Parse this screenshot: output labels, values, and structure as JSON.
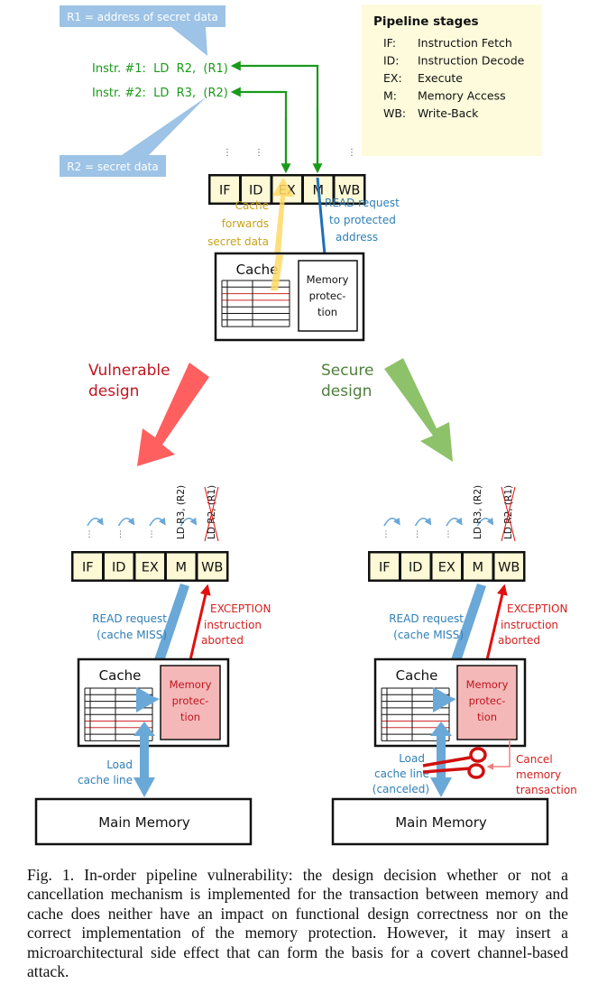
{
  "colors": {
    "green": "#1a9a1a",
    "callout_blue": "#9dc3e6",
    "blue_arrow": "#1f6fb8",
    "light_blue_arrow": "#6aa8d8",
    "blue_text": "#2f7fb5",
    "yellow_arrow": "#ffd966",
    "yellow_text": "#c9a21a",
    "red": "#e01010",
    "dark_red_text": "#c0151f",
    "pink_fill": "#f4b8b8",
    "stage_fill": "#fdf9d6",
    "legend_fill": "#fdfbdc",
    "vulnerable_arrow": "#ff5f5f",
    "secure_arrow": "#8dc16a",
    "secure_text": "#4e7f3a"
  },
  "callouts": {
    "r1": "R1 = address of secret data",
    "r2": "R2 = secret data"
  },
  "instructions": [
    {
      "label": "Instr. #1:  LD  R2,  (R1)"
    },
    {
      "label": "Instr. #2:  LD  R3,  (R2)"
    }
  ],
  "legend": {
    "title": "Pipeline stages",
    "items": [
      {
        "abbr": "IF:",
        "name": "Instruction Fetch"
      },
      {
        "abbr": "ID:",
        "name": "Instruction Decode"
      },
      {
        "abbr": "EX:",
        "name": "Execute"
      },
      {
        "abbr": "M:",
        "name": "Memory Access"
      },
      {
        "abbr": "WB:",
        "name": "Write-Back"
      }
    ]
  },
  "stages": [
    "IF",
    "ID",
    "EX",
    "M",
    "WB"
  ],
  "ellipsis": "⋮",
  "top": {
    "cache_forward_label": [
      "Cache",
      "forwards",
      "secret data"
    ],
    "read_request_label": [
      "READ request",
      "to protected",
      "address"
    ],
    "cache_title": "Cache",
    "mem_protection": [
      "Memory",
      "protec-",
      "tion"
    ]
  },
  "branches": {
    "vulnerable": [
      "Vulnerable",
      "design"
    ],
    "secure": [
      "Secure",
      "design"
    ]
  },
  "bottom": {
    "m_instr": "LD  R3, (R2)",
    "wb_instr": "LD  R2, (R1)",
    "read_request": [
      "READ request",
      "(cache MISS)"
    ],
    "exception": [
      "EXCEPTION",
      "instruction",
      "aborted"
    ],
    "cache_title": "Cache",
    "mem_protection": [
      "Memory",
      "protec-",
      "tion"
    ],
    "load_left": [
      "Load",
      "cache line"
    ],
    "load_right": [
      "Load",
      "cache line",
      "(canceled)"
    ],
    "cancel": [
      "Cancel",
      "memory",
      "transaction"
    ],
    "main_memory": "Main Memory"
  },
  "caption": "Fig. 1.  In-order pipeline vulnerability: the design decision whether or not a cancellation mechanism is implemented for the transaction between memory and cache does neither have an impact on functional design correctness nor on the correct implementation of the memory protection. However, it may insert a microarchitectural side effect that can form the basis for a covert channel-based attack."
}
